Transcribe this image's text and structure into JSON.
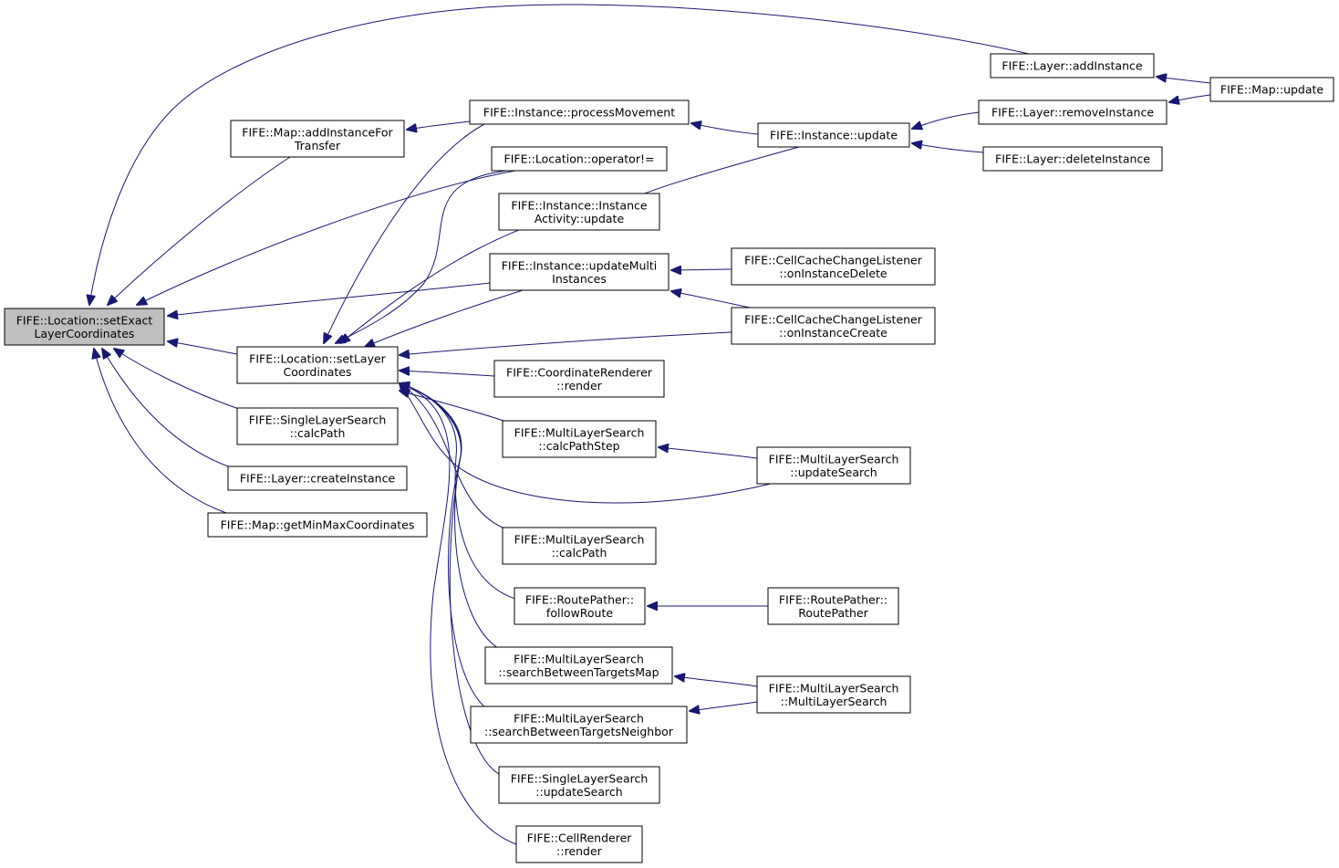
{
  "diagram": {
    "type": "call-graph",
    "colors": {
      "edge": "#191970",
      "root_fill": "#bfbfbf",
      "node_fill": "#ffffff",
      "node_border": "#000000"
    },
    "nodes": [
      {
        "id": "root",
        "lines": [
          "FIFE::Location::setExact",
          "LayerCoordinates"
        ]
      },
      {
        "id": "map_addinstfortransfer",
        "lines": [
          "FIFE::Map::addInstanceFor",
          "Transfer"
        ]
      },
      {
        "id": "loc_setlayercoords",
        "lines": [
          "FIFE::Location::setLayer",
          "Coordinates"
        ]
      },
      {
        "id": "sls_calcpath",
        "lines": [
          "FIFE::SingleLayerSearch",
          "::calcPath"
        ]
      },
      {
        "id": "layer_createinstance",
        "lines": [
          "FIFE::Layer::createInstance"
        ]
      },
      {
        "id": "map_getminmax",
        "lines": [
          "FIFE::Map::getMinMaxCoordinates"
        ]
      },
      {
        "id": "inst_processmovement",
        "lines": [
          "FIFE::Instance::processMovement"
        ]
      },
      {
        "id": "loc_operatorne",
        "lines": [
          "FIFE::Location::operator!="
        ]
      },
      {
        "id": "instact_update",
        "lines": [
          "FIFE::Instance::Instance",
          "Activity::update"
        ]
      },
      {
        "id": "inst_updatemulti",
        "lines": [
          "FIFE::Instance::updateMulti",
          "Instances"
        ]
      },
      {
        "id": "coordrenderer_render",
        "lines": [
          "FIFE::CoordinateRenderer",
          "::render"
        ]
      },
      {
        "id": "mls_calcpathstep",
        "lines": [
          "FIFE::MultiLayerSearch",
          "::calcPathStep"
        ]
      },
      {
        "id": "mls_calcpath",
        "lines": [
          "FIFE::MultiLayerSearch",
          "::calcPath"
        ]
      },
      {
        "id": "rp_followroute",
        "lines": [
          "FIFE::RoutePather::",
          "followRoute"
        ]
      },
      {
        "id": "mls_searchmap",
        "lines": [
          "FIFE::MultiLayerSearch",
          "::searchBetweenTargetsMap"
        ]
      },
      {
        "id": "mls_searchneighbor",
        "lines": [
          "FIFE::MultiLayerSearch",
          "::searchBetweenTargetsNeighbor"
        ]
      },
      {
        "id": "sls_updatesearch",
        "lines": [
          "FIFE::SingleLayerSearch",
          "::updateSearch"
        ]
      },
      {
        "id": "cellrenderer_render",
        "lines": [
          "FIFE::CellRenderer",
          "::render"
        ]
      },
      {
        "id": "inst_update",
        "lines": [
          "FIFE::Instance::update"
        ]
      },
      {
        "id": "cccl_ondelete",
        "lines": [
          "FIFE::CellCacheChangeListener",
          "::onInstanceDelete"
        ]
      },
      {
        "id": "cccl_oncreate",
        "lines": [
          "FIFE::CellCacheChangeListener",
          "::onInstanceCreate"
        ]
      },
      {
        "id": "mls_updatesearch",
        "lines": [
          "FIFE::MultiLayerSearch",
          "::updateSearch"
        ]
      },
      {
        "id": "rp_routepather",
        "lines": [
          "FIFE::RoutePather::",
          "RoutePather"
        ]
      },
      {
        "id": "mls_multilayersearch",
        "lines": [
          "FIFE::MultiLayerSearch",
          "::MultiLayerSearch"
        ]
      },
      {
        "id": "layer_addinstance",
        "lines": [
          "FIFE::Layer::addInstance"
        ]
      },
      {
        "id": "layer_removeinstance",
        "lines": [
          "FIFE::Layer::removeInstance"
        ]
      },
      {
        "id": "layer_deleteinstance",
        "lines": [
          "FIFE::Layer::deleteInstance"
        ]
      },
      {
        "id": "map_update",
        "lines": [
          "FIFE::Map::update"
        ]
      }
    ],
    "edges": [
      {
        "from": "layer_addinstance",
        "to": "root"
      },
      {
        "from": "map_addinstfortransfer",
        "to": "root"
      },
      {
        "from": "loc_operatorne",
        "to": "root"
      },
      {
        "from": "inst_updatemulti",
        "to": "root"
      },
      {
        "from": "loc_setlayercoords",
        "to": "root"
      },
      {
        "from": "sls_calcpath",
        "to": "root"
      },
      {
        "from": "layer_createinstance",
        "to": "root"
      },
      {
        "from": "map_getminmax",
        "to": "root"
      },
      {
        "from": "inst_processmovement",
        "to": "map_addinstfortransfer"
      },
      {
        "from": "inst_processmovement",
        "to": "loc_setlayercoords"
      },
      {
        "from": "loc_operatorne",
        "to": "loc_setlayercoords"
      },
      {
        "from": "inst_update",
        "to": "loc_setlayercoords"
      },
      {
        "from": "inst_updatemulti",
        "to": "loc_setlayercoords"
      },
      {
        "from": "cccl_oncreate",
        "to": "loc_setlayercoords"
      },
      {
        "from": "coordrenderer_render",
        "to": "loc_setlayercoords"
      },
      {
        "from": "mls_calcpathstep",
        "to": "loc_setlayercoords"
      },
      {
        "from": "mls_updatesearch",
        "to": "loc_setlayercoords"
      },
      {
        "from": "mls_calcpath",
        "to": "loc_setlayercoords"
      },
      {
        "from": "rp_followroute",
        "to": "loc_setlayercoords"
      },
      {
        "from": "mls_searchmap",
        "to": "loc_setlayercoords"
      },
      {
        "from": "mls_searchneighbor",
        "to": "loc_setlayercoords"
      },
      {
        "from": "sls_updatesearch",
        "to": "loc_setlayercoords"
      },
      {
        "from": "cellrenderer_render",
        "to": "loc_setlayercoords"
      },
      {
        "from": "inst_update",
        "to": "inst_processmovement"
      },
      {
        "from": "cccl_ondelete",
        "to": "inst_updatemulti"
      },
      {
        "from": "cccl_oncreate",
        "to": "inst_updatemulti"
      },
      {
        "from": "mls_updatesearch",
        "to": "mls_calcpathstep"
      },
      {
        "from": "rp_routepather",
        "to": "rp_followroute"
      },
      {
        "from": "mls_multilayersearch",
        "to": "mls_searchmap"
      },
      {
        "from": "mls_multilayersearch",
        "to": "mls_searchneighbor"
      },
      {
        "from": "layer_removeinstance",
        "to": "inst_update"
      },
      {
        "from": "layer_deleteinstance",
        "to": "inst_update"
      },
      {
        "from": "map_update",
        "to": "layer_addinstance"
      },
      {
        "from": "map_update",
        "to": "layer_removeinstance"
      }
    ]
  }
}
